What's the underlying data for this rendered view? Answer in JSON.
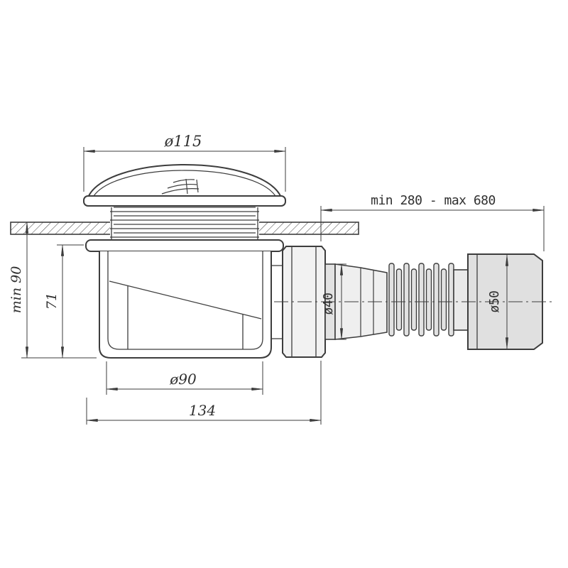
{
  "meta": {
    "type": "technical-drawing",
    "subject": "shower drain trap (siphon) with flexible outlet hose, section view with dimensions"
  },
  "dims": {
    "cap_diameter": "ø115",
    "hose_span": "min 280 - max 680",
    "install_depth": "min 90",
    "body_height": "71",
    "outlet_diameter": "ø40",
    "pipe_diameter": "ø50",
    "cup_diameter": "ø90",
    "body_width": "134"
  },
  "colors": {
    "line": "#3d3d3d",
    "background": "#ffffff",
    "fill_light": "#efefef",
    "fill_gray": "#e2e2e2"
  }
}
